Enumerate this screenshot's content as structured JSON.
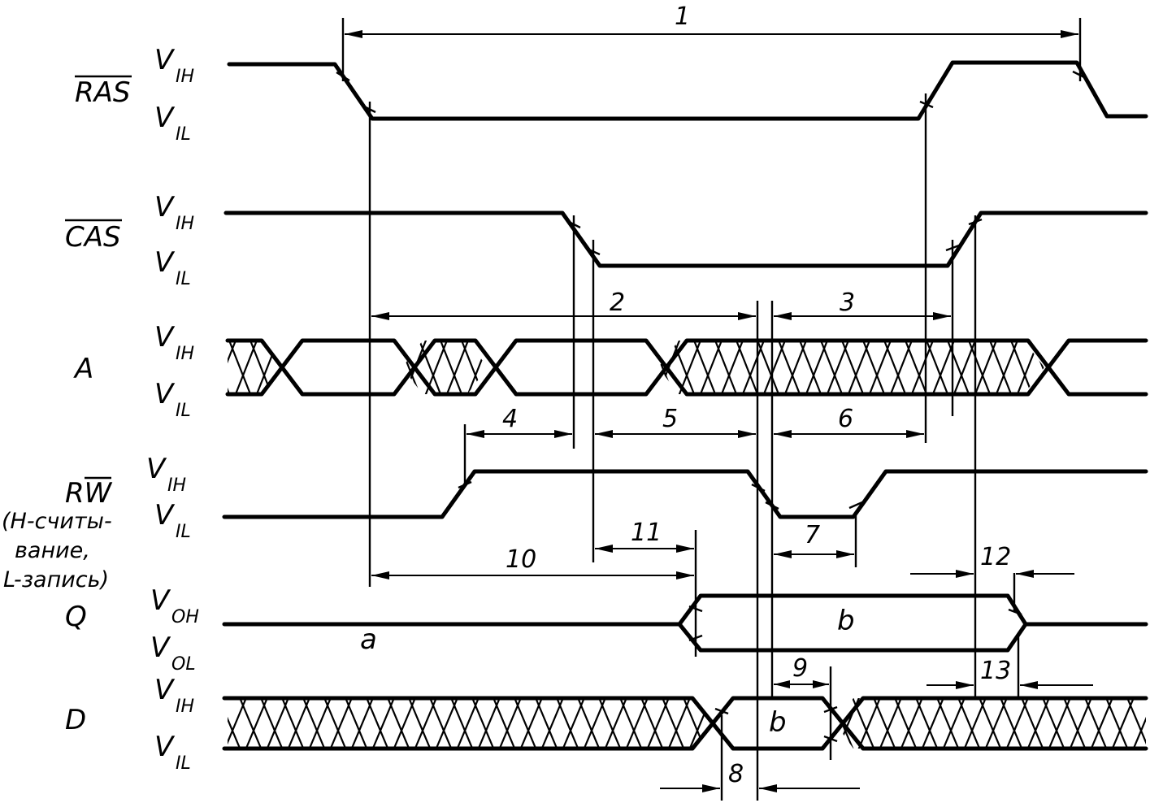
{
  "signals": {
    "ras": "RAS",
    "cas": "CAS",
    "a": "A",
    "rw": "RW",
    "rw_note": [
      "(H-считы-",
      "вание,",
      "L-запись)"
    ],
    "q": "Q",
    "d": "D"
  },
  "levels": {
    "v": "V",
    "ih": "IH",
    "il": "IL",
    "oh": "OH",
    "ol": "OL"
  },
  "intervals": [
    "1",
    "2",
    "3",
    "4",
    "5",
    "6",
    "7",
    "8",
    "9",
    "10",
    "11",
    "12",
    "13"
  ],
  "states": {
    "a": "a",
    "b": "b"
  }
}
